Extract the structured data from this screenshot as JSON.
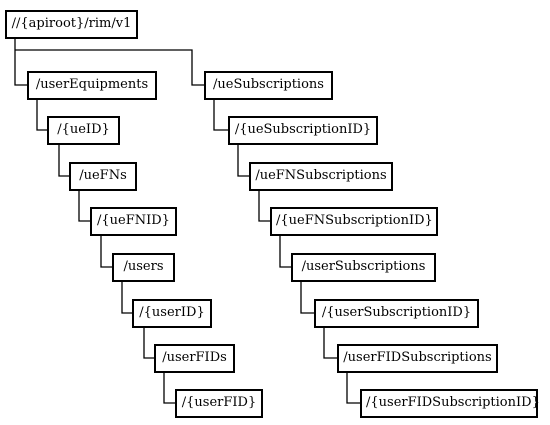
{
  "tree": {
    "root": "//{apiroot}/rim/v1",
    "left_branch": [
      "/userEquipments",
      "/{ueID}",
      "/ueFNs",
      "/{ueFNID}",
      "/users",
      "/{userID}",
      "/userFIDs",
      "/{userFID}"
    ],
    "right_branch": [
      "/ueSubscriptions",
      "/{ueSubscriptionID}",
      "/ueFNSubscriptions",
      "/{ueFNSubscriptionID}",
      "/userSubscriptions",
      "/{userSubscriptionID}",
      "/userFIDSubscriptions",
      "/{userFIDSubscriptionID}"
    ]
  }
}
